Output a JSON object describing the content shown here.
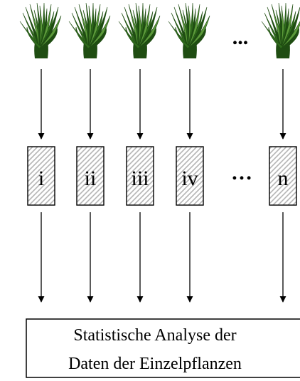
{
  "diagram": {
    "samples": [
      {
        "id": "plant-1",
        "label": "i"
      },
      {
        "id": "plant-2",
        "label": "ii"
      },
      {
        "id": "plant-3",
        "label": "iii"
      },
      {
        "id": "plant-4",
        "label": "iv"
      },
      {
        "id": "plant-n",
        "label": "n"
      }
    ],
    "ellipsis_text": "...",
    "box_ellipsis_text": "…",
    "analysis": {
      "line1": "Statistische Analyse der",
      "line2": "Daten der Einzelpflanzen"
    },
    "colors": {
      "grass_dark": "#1f4d12",
      "grass_mid": "#2f6b1c",
      "grass_light": "#5c9a3a",
      "hatch": "#b0b0b0",
      "line": "#000000"
    }
  }
}
